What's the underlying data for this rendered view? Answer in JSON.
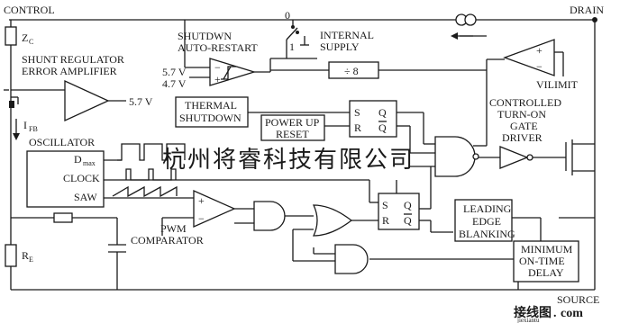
{
  "pins": {
    "control": "CONTROL",
    "drain": "DRAIN",
    "source": "SOURCE"
  },
  "components": {
    "zc": "Z",
    "zc_sub": "C",
    "shunt_line1": "SHUNT REGULATOR",
    "shunt_line2": "ERROR AMPLIFIER",
    "v57_right": "5.7 V",
    "ifb": "I",
    "ifb_sub": "FB",
    "oscillator": "OSCILLATOR",
    "dmax": "D",
    "dmax_sub": "max",
    "clock": "CLOCK",
    "saw": "SAW",
    "re": "R",
    "re_sub": "E",
    "pwm_line1": "PWM",
    "pwm_line2": "COMPARATOR",
    "shutdown_line1": "SHUTDWN",
    "shutdown_line2": "AUTO-RESTART",
    "v57": "5.7 V",
    "v47": "4.7 V",
    "switch_0": "0",
    "switch_1": "1",
    "internal_line1": "INTERNAL",
    "internal_line2": "SUPPLY",
    "div8": "÷ 8",
    "thermal_line1": "THERMAL",
    "thermal_line2": "SHUTDOWN",
    "powerup_line1": "POWER UP",
    "powerup_line2": "RESET",
    "ff_s": "S",
    "ff_r": "R",
    "ff_q": "Q",
    "ff_qbar": "Q",
    "vilimit": "VILIMIT",
    "turnon_line1": "CONTROLLED",
    "turnon_line2": "TURN-ON",
    "turnon_line3": "GATE",
    "turnon_line4": "DRIVER",
    "leb_line1": "LEADING",
    "leb_line2": "EDGE",
    "leb_line3": "BLANKING",
    "mot_line1": "MINIMUM",
    "mot_line2": "ON-TIME",
    "mot_line3": "DELAY",
    "plus": "+",
    "minus": "−"
  },
  "watermark": {
    "cn": "杭州将睿科技有限公司",
    "site_cn": "接线图",
    "site_url": "jiexiantu",
    "site_dot": ".",
    "site_com": "com"
  }
}
